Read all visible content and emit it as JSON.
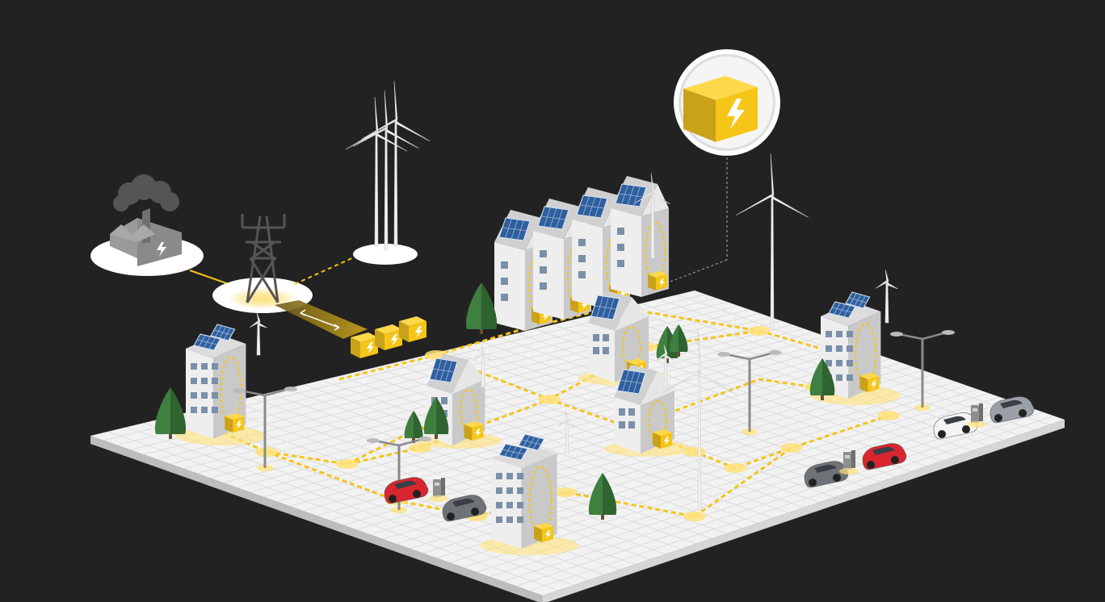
{
  "colors": {
    "background": "#222222",
    "ground": "#f2f2f2",
    "grid_line": "#dcdcdc",
    "energy_yellow": "#f5c518",
    "energy_glow": "#ffe27a",
    "building_wall": "#eeeeee",
    "building_shade": "#c9c9c9",
    "solar_panel": "#2f5f9e",
    "tree": "#3f7f3f",
    "car_red": "#d9262e",
    "car_grey": "#6f7377",
    "car_white": "#f4f4f4",
    "factory": "#8a8a8a",
    "smoke": "#555555"
  },
  "legend_callout": {
    "icon": "battery-lightning-icon"
  },
  "scene": {
    "grid_elements": [
      "coal-power-plant",
      "transmission-tower",
      "wind-farm",
      "grid-connection-link",
      "community-battery-bank"
    ],
    "microgrid_elements": [
      "row-houses-with-solar",
      "detached-houses-with-solar",
      "apartment-buildings-with-solar",
      "small-wind-turbines",
      "large-wind-turbines",
      "street-lights",
      "electric-vehicle-chargers",
      "electric-vehicles",
      "trees",
      "energy-flow-lines"
    ]
  }
}
